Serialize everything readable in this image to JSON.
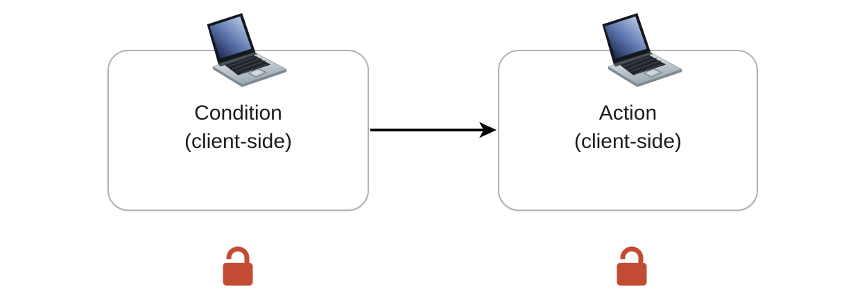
{
  "diagram": {
    "nodes": [
      {
        "id": "condition",
        "title": "Condition",
        "subtitle": "(client-side)",
        "top_icon": "laptop-icon",
        "bottom_icon": "unlocked-padlock-icon"
      },
      {
        "id": "action",
        "title": "Action",
        "subtitle": "(client-side)",
        "top_icon": "laptop-icon",
        "bottom_icon": "unlocked-padlock-icon"
      }
    ],
    "connector": {
      "from": "condition",
      "to": "action",
      "style": "solid-arrow-right"
    },
    "colors": {
      "canvas_bg": "#ffffff",
      "node_bg": "#ffffff",
      "node_border": "#b3b3b3",
      "text": "#1b1b1b",
      "arrow": "#000000",
      "padlock": "#c44b33"
    }
  }
}
